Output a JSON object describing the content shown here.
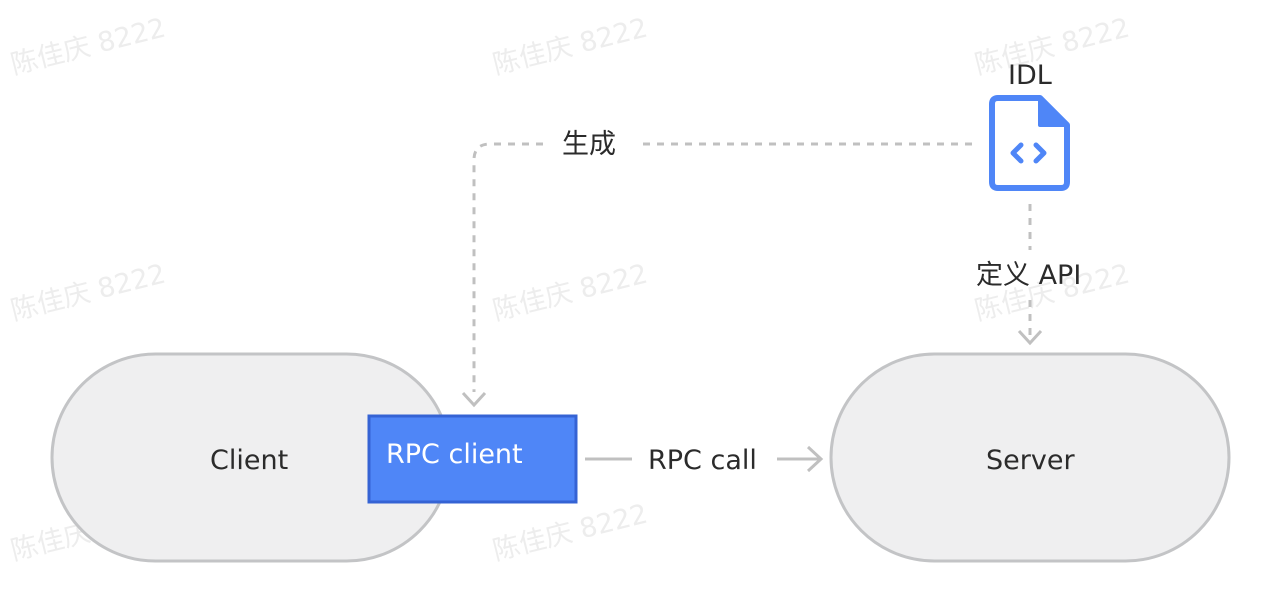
{
  "watermark": "陈佳庆 8222",
  "nodes": {
    "client": "Client",
    "rpc_client": "RPC client",
    "server": "Server",
    "idl": "IDL"
  },
  "edges": {
    "generate": "生成",
    "define_api": "定义 API",
    "rpc_call": "RPC call"
  },
  "icons": {
    "idl_file": "code-file-icon"
  },
  "colors": {
    "node_fill": "#efeff0",
    "node_border": "#c3c4c6",
    "rpc_fill": "#4f86f7",
    "rpc_border": "#3563d4",
    "connector": "#c0c0c0",
    "icon_blue": "#4f86f7"
  }
}
